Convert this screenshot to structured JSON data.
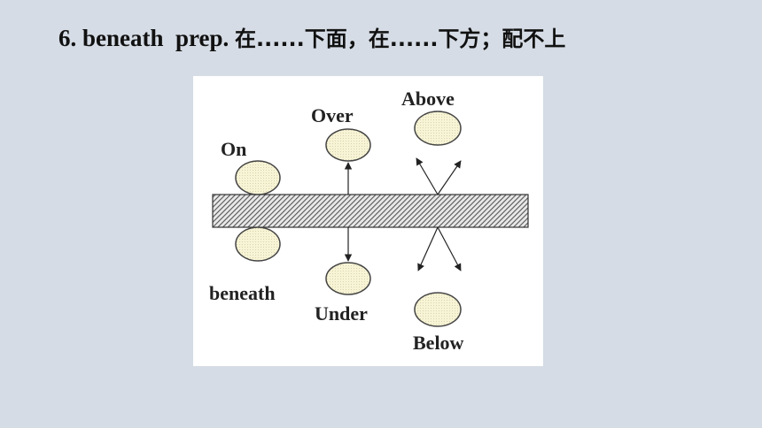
{
  "heading": {
    "number": "6.",
    "word": "beneath",
    "pos": "prep.",
    "meaning": "在......下面，在......下方；配不上"
  },
  "diagram": {
    "labels": {
      "on": "On",
      "over": "Over",
      "above": "Above",
      "beneath": "beneath",
      "under": "Under",
      "below": "Below"
    },
    "colors": {
      "ball_fill": "#f7f4d6",
      "ball_stroke": "#444444",
      "bar_fill": "#6e6e6e"
    }
  }
}
